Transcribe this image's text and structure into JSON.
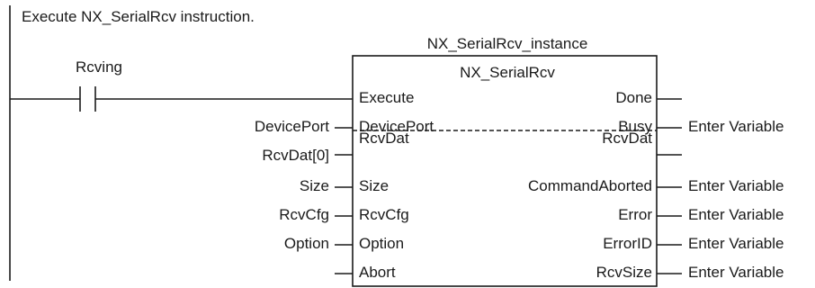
{
  "comment": "Execute NX_SerialRcv instruction.",
  "instance_name": "NX_SerialRcv_instance",
  "function_name": "NX_SerialRcv",
  "contact_label": "Rcving",
  "inputs": [
    {
      "var": "",
      "pin": "Execute"
    },
    {
      "var": "DevicePort",
      "pin": "DevicePort"
    },
    {
      "var": "RcvDat[0]",
      "pin": "RcvDat"
    },
    {
      "var": "Size",
      "pin": "Size"
    },
    {
      "var": "RcvCfg",
      "pin": "RcvCfg"
    },
    {
      "var": "Option",
      "pin": "Option"
    },
    {
      "var": "",
      "pin": "Abort"
    }
  ],
  "outputs": [
    {
      "pin": "Done",
      "var": ""
    },
    {
      "pin": "Busy",
      "var": "Enter Variable"
    },
    {
      "pin": "RcvDat",
      "var": ""
    },
    {
      "pin": "CommandAborted",
      "var": "Enter Variable"
    },
    {
      "pin": "Error",
      "var": "Enter Variable"
    },
    {
      "pin": "ErrorID",
      "var": "Enter Variable"
    },
    {
      "pin": "RcvSize",
      "var": "Enter Variable"
    }
  ]
}
